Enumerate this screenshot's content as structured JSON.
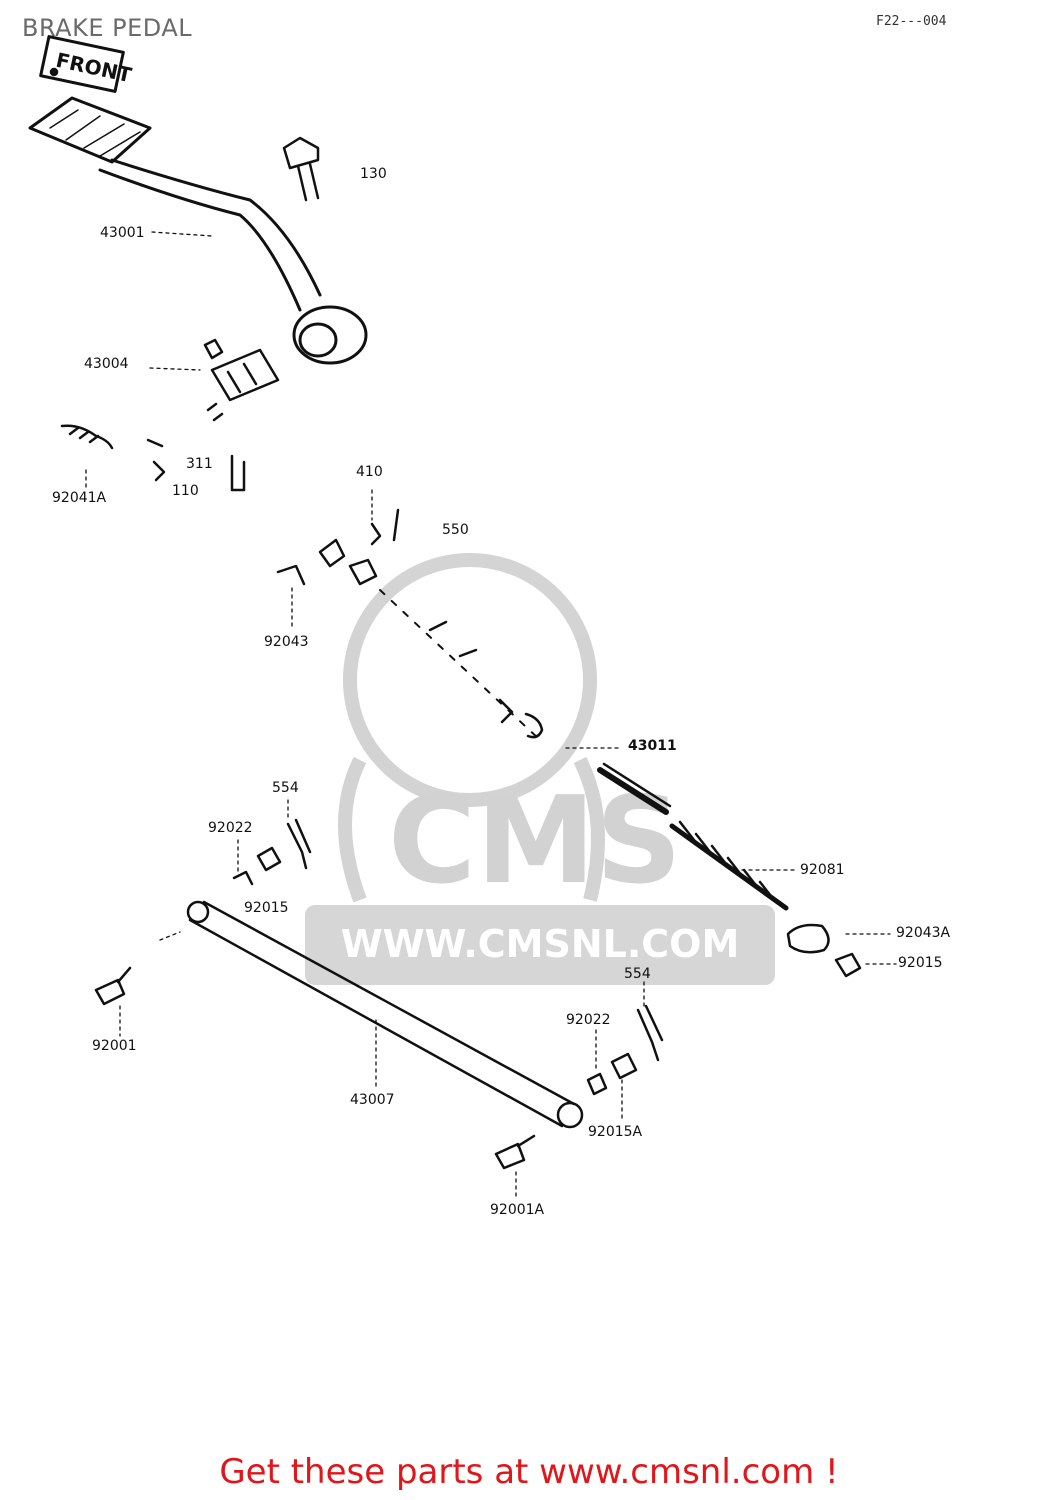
{
  "header": {
    "title": "BRAKE PEDAL",
    "ref_code": "F22---004"
  },
  "diagram": {
    "front_marker": "FRONT",
    "labels": {
      "p43001": "43001",
      "p130": "130",
      "p43004": "43004",
      "p311": "311",
      "p110": "110",
      "p92041A": "92041A",
      "p410": "410",
      "p550": "550",
      "p92043": "92043",
      "p43011": "43011",
      "p554a": "554",
      "p92022a": "92022",
      "p92015a": "92015",
      "p92081": "92081",
      "p92043A": "92043A",
      "p92015b": "92015",
      "p92001": "92001",
      "p554b": "554",
      "p92022b": "92022",
      "p43007": "43007",
      "p92015A": "92015A",
      "p92001A": "92001A"
    }
  },
  "watermark": {
    "brand": "CMS",
    "url": "WWW.CMSNL.COM"
  },
  "footer": {
    "cta": "Get these parts at www.cmsnl.com !"
  },
  "colors": {
    "cta": "#e0161b",
    "watermark": "#c8c8c8",
    "line": "#111111"
  }
}
